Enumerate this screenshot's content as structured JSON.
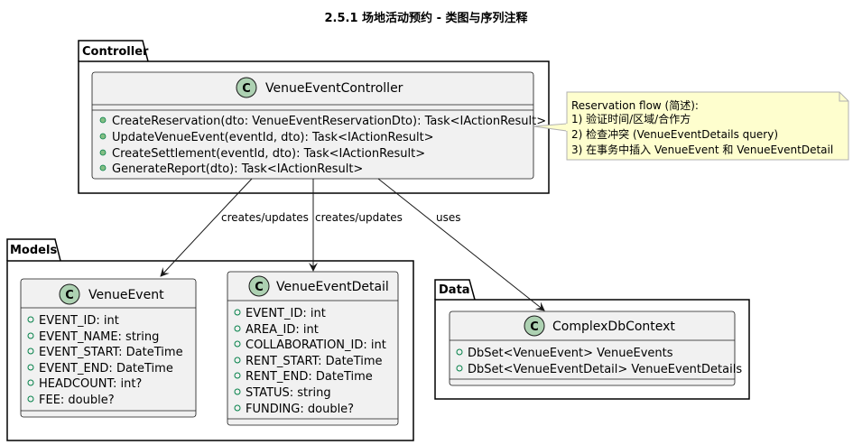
{
  "title": "2.5.1 场地活动预约 - 类图与序列注释",
  "packages": {
    "controller": "Controller",
    "models": "Models",
    "data": "Data"
  },
  "classes": {
    "venue_event_controller": {
      "badge": "C",
      "name": "VenueEventController",
      "members": [
        "CreateReservation(dto: VenueEventReservationDto): Task<IActionResult>",
        "UpdateVenueEvent(eventId, dto): Task<IActionResult>",
        "CreateSettlement(eventId, dto): Task<IActionResult>",
        "GenerateReport(dto): Task<IActionResult>"
      ]
    },
    "venue_event": {
      "badge": "C",
      "name": "VenueEvent",
      "members": [
        "EVENT_ID: int",
        "EVENT_NAME: string",
        "EVENT_START: DateTime",
        "EVENT_END: DateTime",
        "HEADCOUNT: int?",
        "FEE: double?"
      ]
    },
    "venue_event_detail": {
      "badge": "C",
      "name": "VenueEventDetail",
      "members": [
        "EVENT_ID: int",
        "AREA_ID: int",
        "COLLABORATION_ID: int",
        "RENT_START: DateTime",
        "RENT_END: DateTime",
        "STATUS: string",
        "FUNDING: double?"
      ]
    },
    "complex_db_context": {
      "badge": "C",
      "name": "ComplexDbContext",
      "members": [
        "DbSet<VenueEvent> VenueEvents",
        "DbSet<VenueEventDetail> VenueEventDetails"
      ]
    }
  },
  "edges": {
    "to_venue_event": "creates/updates",
    "to_venue_event_detail": "creates/updates",
    "to_db_context": "uses"
  },
  "note": {
    "lines": [
      "Reservation flow (简述):",
      "1) 验证时间/区域/合作方",
      "2) 检查冲突 (VenueEventDetails query)",
      "3) 在事务中插入 VenueEvent 和 VenueEventDetail"
    ]
  },
  "colors": {
    "class_fill": "#f1f1f1",
    "class_border": "#181818",
    "badge_fill": "#add1b2",
    "member_dot": "#84be84",
    "note_fill": "#fefece",
    "note_border": "#b0b0b0",
    "line": "#181818"
  }
}
